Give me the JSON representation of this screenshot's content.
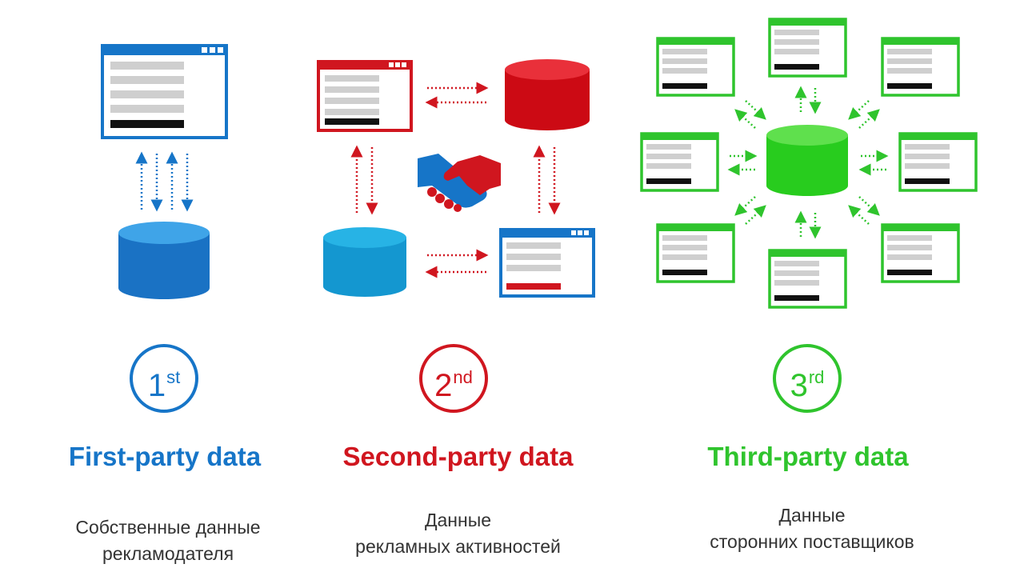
{
  "colors": {
    "blue": "#1675c8",
    "blue_db": "#1a72c4",
    "blue_db_top": "#3fa4e8",
    "red": "#d0161f",
    "red_db": "#cc0a14",
    "red_db_top": "#e9303a",
    "green": "#2fc42d",
    "green_db": "#28cc1e",
    "green_db_top": "#5fe04d",
    "gray_line": "#cfcfcf",
    "black_bar": "#111111",
    "cyan_db": "#1497d0",
    "cyan_db_top": "#27b3e5"
  },
  "sections": [
    {
      "badge_number": "1",
      "badge_suffix": "st",
      "title": "First-party data",
      "description_line1": "Собственные данные",
      "description_line2": "рекламодателя"
    },
    {
      "badge_number": "2",
      "badge_suffix": "nd",
      "title": "Second-party data",
      "description_line1": "Данные",
      "description_line2": "рекламных активностей"
    },
    {
      "badge_number": "3",
      "badge_suffix": "rd",
      "title": "Third-party data",
      "description_line1": "Данные",
      "description_line2": "сторонних поставщиков"
    }
  ],
  "icons": {
    "browser_window": "browser-window-icon",
    "database": "database-icon",
    "handshake": "handshake-icon",
    "dotted_arrow": "dotted-arrow-icon"
  }
}
